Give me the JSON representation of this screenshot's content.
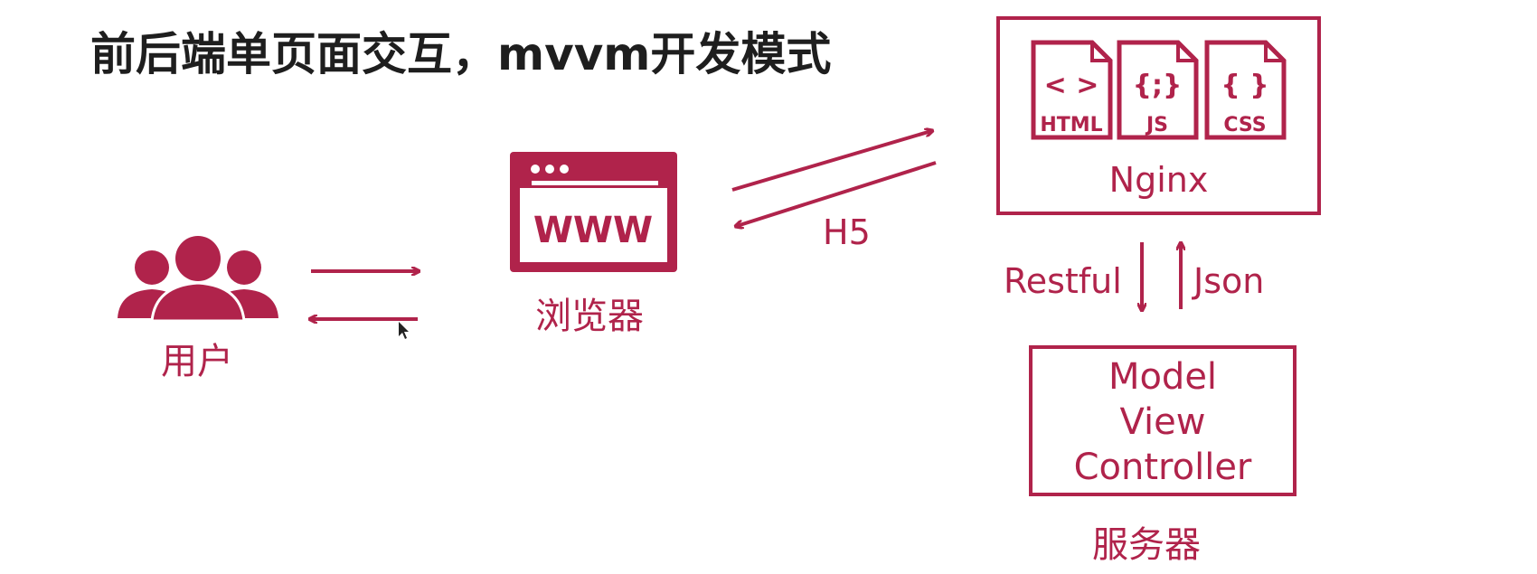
{
  "title": "前后端单页面交互，mvvm开发模式",
  "nodes": {
    "user": "用户",
    "browser": "浏览器",
    "browser_www": "WWW",
    "nginx": "Nginx",
    "server": "服务器"
  },
  "files": [
    {
      "label": "HTML",
      "symbol": "< >"
    },
    {
      "label": "JS",
      "symbol": "{;}"
    },
    {
      "label": "CSS",
      "symbol": "{ }"
    }
  ],
  "edges": {
    "browser_nginx": "H5",
    "request": "Restful",
    "response": "Json"
  },
  "mvc": [
    "Model",
    "View",
    "Controller"
  ],
  "colors": {
    "accent": "#b0234b",
    "title": "#1e1e1e"
  }
}
